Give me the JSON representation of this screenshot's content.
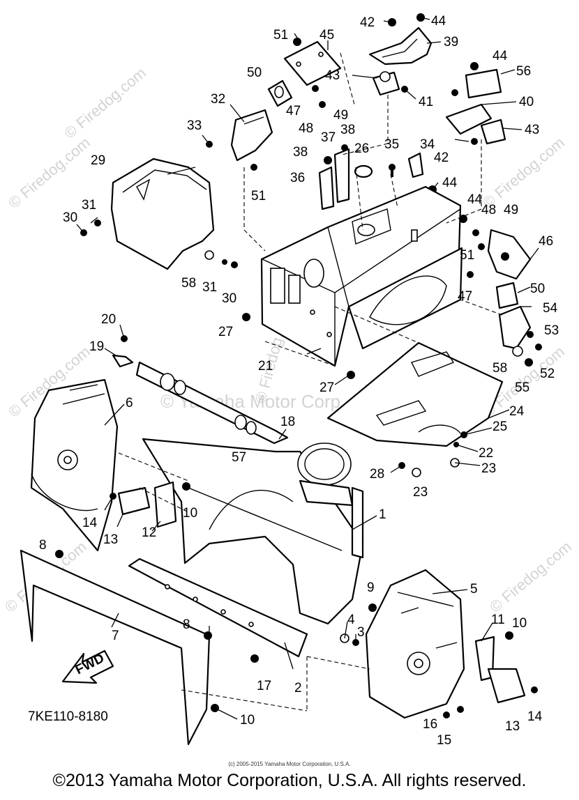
{
  "diagram": {
    "diagram_code": "7KE110-8180",
    "fwd_label": "FWD",
    "callouts": [
      {
        "id": "c1",
        "label": "1"
      },
      {
        "id": "c2",
        "label": "2"
      },
      {
        "id": "c3",
        "label": "3"
      },
      {
        "id": "c4",
        "label": "4"
      },
      {
        "id": "c5",
        "label": "5"
      },
      {
        "id": "c6",
        "label": "6"
      },
      {
        "id": "c7",
        "label": "7"
      },
      {
        "id": "c8a",
        "label": "8"
      },
      {
        "id": "c8b",
        "label": "8"
      },
      {
        "id": "c9",
        "label": "9"
      },
      {
        "id": "c10a",
        "label": "10"
      },
      {
        "id": "c10b",
        "label": "10"
      },
      {
        "id": "c10c",
        "label": "10"
      },
      {
        "id": "c11",
        "label": "11"
      },
      {
        "id": "c12",
        "label": "12"
      },
      {
        "id": "c13a",
        "label": "13"
      },
      {
        "id": "c13b",
        "label": "13"
      },
      {
        "id": "c14a",
        "label": "14"
      },
      {
        "id": "c14b",
        "label": "14"
      },
      {
        "id": "c15",
        "label": "15"
      },
      {
        "id": "c16",
        "label": "16"
      },
      {
        "id": "c17",
        "label": "17"
      },
      {
        "id": "c18",
        "label": "18"
      },
      {
        "id": "c19",
        "label": "19"
      },
      {
        "id": "c20",
        "label": "20"
      },
      {
        "id": "c21",
        "label": "21"
      },
      {
        "id": "c22",
        "label": "22"
      },
      {
        "id": "c23a",
        "label": "23"
      },
      {
        "id": "c23b",
        "label": "23"
      },
      {
        "id": "c24",
        "label": "24"
      },
      {
        "id": "c25",
        "label": "25"
      },
      {
        "id": "c26",
        "label": "26"
      },
      {
        "id": "c27a",
        "label": "27"
      },
      {
        "id": "c27b",
        "label": "27"
      },
      {
        "id": "c28",
        "label": "28"
      },
      {
        "id": "c29",
        "label": "29"
      },
      {
        "id": "c30a",
        "label": "30"
      },
      {
        "id": "c30b",
        "label": "30"
      },
      {
        "id": "c31a",
        "label": "31"
      },
      {
        "id": "c31b",
        "label": "31"
      },
      {
        "id": "c32",
        "label": "32"
      },
      {
        "id": "c33",
        "label": "33"
      },
      {
        "id": "c34",
        "label": "34"
      },
      {
        "id": "c35",
        "label": "35"
      },
      {
        "id": "c36",
        "label": "36"
      },
      {
        "id": "c37",
        "label": "37"
      },
      {
        "id": "c38a",
        "label": "38"
      },
      {
        "id": "c38b",
        "label": "38"
      },
      {
        "id": "c39",
        "label": "39"
      },
      {
        "id": "c40",
        "label": "40"
      },
      {
        "id": "c41",
        "label": "41"
      },
      {
        "id": "c42a",
        "label": "42"
      },
      {
        "id": "c42b",
        "label": "42"
      },
      {
        "id": "c43a",
        "label": "43"
      },
      {
        "id": "c43b",
        "label": "43"
      },
      {
        "id": "c44a",
        "label": "44"
      },
      {
        "id": "c44b",
        "label": "44"
      },
      {
        "id": "c44c",
        "label": "44"
      },
      {
        "id": "c44d",
        "label": "44"
      },
      {
        "id": "c45",
        "label": "45"
      },
      {
        "id": "c46",
        "label": "46"
      },
      {
        "id": "c47a",
        "label": "47"
      },
      {
        "id": "c47b",
        "label": "47"
      },
      {
        "id": "c48a",
        "label": "48"
      },
      {
        "id": "c48b",
        "label": "48"
      },
      {
        "id": "c49a",
        "label": "49"
      },
      {
        "id": "c49b",
        "label": "49"
      },
      {
        "id": "c50a",
        "label": "50"
      },
      {
        "id": "c50b",
        "label": "50"
      },
      {
        "id": "c51a",
        "label": "51"
      },
      {
        "id": "c51b",
        "label": "51"
      },
      {
        "id": "c51c",
        "label": "51"
      },
      {
        "id": "c52",
        "label": "52"
      },
      {
        "id": "c53",
        "label": "53"
      },
      {
        "id": "c54",
        "label": "54"
      },
      {
        "id": "c55",
        "label": "55"
      },
      {
        "id": "c56",
        "label": "56"
      },
      {
        "id": "c57",
        "label": "57"
      },
      {
        "id": "c58a",
        "label": "58"
      },
      {
        "id": "c58b",
        "label": "58"
      }
    ]
  },
  "watermarks": {
    "site": "© Firedog.com",
    "center": "© Yamaha Motor Corp., U.S.A."
  },
  "small_credit": "(c) 2005-2015 Yamaha Motor Corporation, U.S.A.",
  "copyright": "©2013 Yamaha Motor Corporation, U.S.A. All rights reserved."
}
